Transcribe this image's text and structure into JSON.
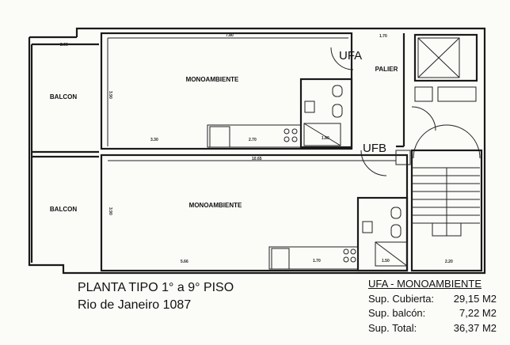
{
  "plan": {
    "rooms": {
      "balcon_a": "BALCON",
      "balcon_b": "BALCON",
      "mono_a": "MONOAMBIENTE",
      "mono_b": "MONOAMBIENTE",
      "palier": "PALIER"
    },
    "units": {
      "a": "UFA",
      "b": "UFB"
    },
    "dimensions": {
      "top_width": "7.80",
      "balcony_width": "2.60",
      "depth_a": "3.90",
      "depth_b": "3.90",
      "front_a": "3.30",
      "kitchen_a": "2.70",
      "shower_a": "1.80",
      "palier_width": "1.70",
      "total_length": "10.65",
      "front_b": "5.66",
      "kitchen_b": "1.70",
      "shower_b": "1.50",
      "stair_width": "2.20"
    }
  },
  "caption": {
    "line1": "PLANTA TIPO 1° a 9° PISO",
    "line2": "Rio de Janeiro 1087"
  },
  "areas": {
    "heading": "UFA - MONOAMBIENTE",
    "rows": [
      {
        "label": "Sup. Cubierta:",
        "value": "29,15 M2"
      },
      {
        "label": "Sup. balcón:",
        "value": "7,22 M2"
      },
      {
        "label": "Sup. Total:",
        "value": "36,37 M2"
      }
    ]
  }
}
